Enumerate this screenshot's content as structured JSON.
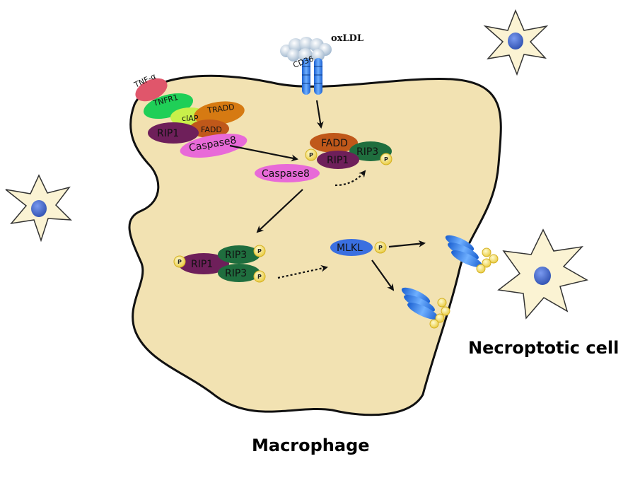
{
  "labels": {
    "oxldl": "oxLDL",
    "cd36": "CD36",
    "tnf": "TNF-α",
    "tnfr1": "TNFR1",
    "ciap": "cIAP",
    "tradd": "TRADD",
    "rip1_top": "RIP1",
    "fadd_top": "FADD",
    "caspase8_top": "Caspase8",
    "fadd_mid": "FADD",
    "rip3_mid": "RIP3",
    "rip1_mid": "RIP1",
    "caspase8_mid": "Caspase8",
    "rip1_bot": "RIP1",
    "rip3_bot_a": "RIP3",
    "rip3_bot_b": "RIP3",
    "mlkl": "MLKL",
    "p": "P",
    "necroptotic_cell": "Necroptotic cell",
    "macrophage": "Macrophage"
  },
  "colors": {
    "cell_fill": "#f2e2b2",
    "cell_stroke": "#111111",
    "star_fill": "#fbf3d3",
    "nucleus": "#3d63c4",
    "rip1": "#6e1f5a",
    "rip3": "#1f6e3e",
    "fadd": "#c0581a",
    "caspase8": "#e86ad8",
    "tradd": "#d67a12",
    "ciap": "#c8f04a",
    "tnfr1": "#1fcf57",
    "tnf": "#e0566b",
    "mlkl": "#3a6fe0",
    "cd36": "#2a8ee0",
    "phospho": "#f7e46a"
  }
}
